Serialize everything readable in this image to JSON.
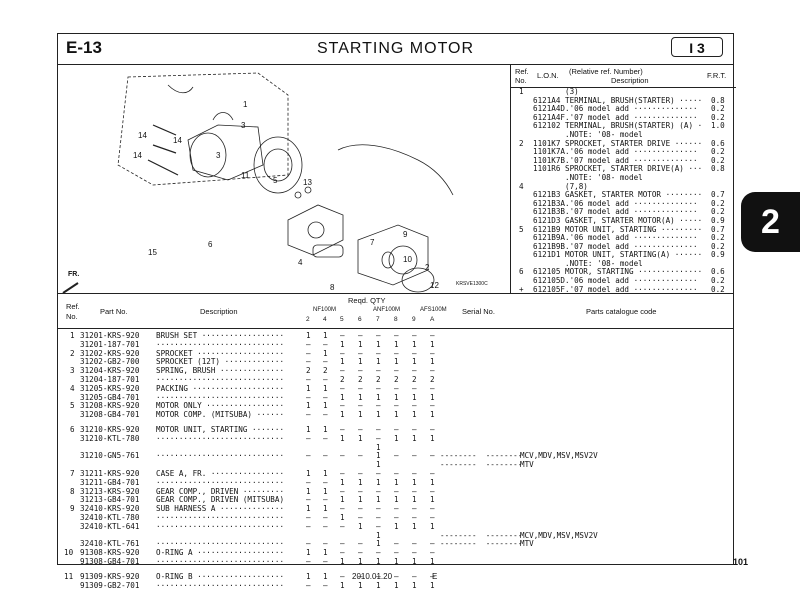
{
  "header": {
    "code": "E-13",
    "title": "STARTING  MOTOR",
    "section": "I 3"
  },
  "diagram": {
    "drawing_no": "KRSVE1300C",
    "fr_label": "FR.",
    "callouts": [
      "1",
      "2",
      "3",
      "3",
      "4",
      "5",
      "6",
      "7",
      "8",
      "9",
      "10",
      "11",
      "12",
      "13",
      "14",
      "14",
      "14",
      "15"
    ]
  },
  "ref_table": {
    "headers": {
      "ref": "Ref.",
      "no": "No.",
      "lon": "L.O.N.",
      "relative": "(Relative ref. Number)",
      "desc": "Description",
      "frt": "F.R.T."
    },
    "rows": [
      {
        "ref": "1",
        "lon": "",
        "desc": "(3)",
        "frt": ""
      },
      {
        "ref": "",
        "lon": "6121A4",
        "desc": "TERMINAL, BRUSH(STARTER) ·····",
        "frt": "0.8"
      },
      {
        "ref": "",
        "lon": "6121A4D",
        "desc": ".'06 model add ··············",
        "frt": "0.2"
      },
      {
        "ref": "",
        "lon": "6121A4F",
        "desc": ".'07 model add ··············",
        "frt": "0.2"
      },
      {
        "ref": "",
        "lon": "612102",
        "desc": "TERMINAL, BRUSH(STARTER) (A) ·",
        "frt": "1.0"
      },
      {
        "ref": "",
        "lon": "",
        "desc": ".NOTE: '08- model",
        "frt": ""
      },
      {
        "ref": "2",
        "lon": "1101K7",
        "desc": "SPROCKET, STARTER DRIVE ······",
        "frt": "0.6"
      },
      {
        "ref": "",
        "lon": "1101K7A",
        "desc": ".'06 model add ··············",
        "frt": "0.2"
      },
      {
        "ref": "",
        "lon": "1101K7B",
        "desc": ".'07 model add ··············",
        "frt": "0.2"
      },
      {
        "ref": "",
        "lon": "1101R6",
        "desc": "SPROCKET, STARTER DRIVE(A) ···",
        "frt": "0.8"
      },
      {
        "ref": "",
        "lon": "",
        "desc": ".NOTE: '08- model",
        "frt": ""
      },
      {
        "ref": "4",
        "lon": "",
        "desc": "(7,8)",
        "frt": ""
      },
      {
        "ref": "",
        "lon": "6121B3",
        "desc": "GASKET, STARTER MOTOR ········",
        "frt": "0.7"
      },
      {
        "ref": "",
        "lon": "6121B3A",
        "desc": ".'06 model add ··············",
        "frt": "0.2"
      },
      {
        "ref": "",
        "lon": "6121B3B",
        "desc": ".'07 model add ··············",
        "frt": "0.2"
      },
      {
        "ref": "",
        "lon": "6121D3",
        "desc": "GASKET, STARTER MOTOR(A) ·····",
        "frt": "0.9"
      },
      {
        "ref": "5",
        "lon": "6121B9",
        "desc": "MOTOR UNIT, STARTING ·········",
        "frt": "0.7"
      },
      {
        "ref": "",
        "lon": "6121B9A",
        "desc": ".'06 model add ··············",
        "frt": "0.2"
      },
      {
        "ref": "",
        "lon": "6121B9B",
        "desc": ".'07 model add ··············",
        "frt": "0.2"
      },
      {
        "ref": "",
        "lon": "6121D1",
        "desc": "MOTOR UNIT, STARTING(A) ······",
        "frt": "0.9"
      },
      {
        "ref": "",
        "lon": "",
        "desc": ".NOTE: '08- model",
        "frt": ""
      },
      {
        "ref": "6",
        "lon": "612105",
        "desc": "MOTOR, STARTING ··············",
        "frt": "0.6"
      },
      {
        "ref": "",
        "lon": "612105D",
        "desc": ".'06 model add ··············",
        "frt": "0.2"
      },
      {
        "ref": "+",
        "lon": "612105F",
        "desc": ".'07 model add ··············",
        "frt": "0.2"
      }
    ]
  },
  "parts_table": {
    "headers": {
      "ref": "Ref.",
      "no": "No.",
      "part_no": "Part No.",
      "desc": "Description",
      "reqd": "Reqd. QTY",
      "serial": "Serial No.",
      "catalogue": "Parts catalogue code",
      "groups": [
        "NF100M",
        "ANF100M",
        "AFS100M"
      ],
      "cols": [
        "2",
        "4",
        "5",
        "6",
        "7",
        "8",
        "9",
        "A"
      ]
    },
    "rows": [
      {
        "ref": "1",
        "pn": "31201-KRS-920",
        "desc": "BRUSH SET ··················",
        "q": [
          "1",
          "1",
          "–",
          "–",
          "–",
          "–",
          "–",
          "–"
        ],
        "serial": "",
        "code": ""
      },
      {
        "ref": "",
        "pn": "31201-187-701",
        "desc": "····························",
        "q": [
          "–",
          "–",
          "1",
          "1",
          "1",
          "1",
          "1",
          "1"
        ],
        "serial": "",
        "code": ""
      },
      {
        "ref": "2",
        "pn": "31202-KRS-920",
        "desc": "SPROCKET ···················",
        "q": [
          "–",
          "1",
          "–",
          "–",
          "–",
          "–",
          "–",
          "–"
        ],
        "serial": "",
        "code": ""
      },
      {
        "ref": "",
        "pn": "31202-GB2-700",
        "desc": "SPROCKET (12T) ·············",
        "q": [
          "–",
          "–",
          "1",
          "1",
          "1",
          "1",
          "1",
          "1"
        ],
        "serial": "",
        "code": ""
      },
      {
        "ref": "3",
        "pn": "31204-KRS-920",
        "desc": "SPRING, BRUSH ··············",
        "q": [
          "2",
          "2",
          "–",
          "–",
          "–",
          "–",
          "–",
          "–"
        ],
        "serial": "",
        "code": ""
      },
      {
        "ref": "",
        "pn": "31204-187-701",
        "desc": "····························",
        "q": [
          "–",
          "–",
          "2",
          "2",
          "2",
          "2",
          "2",
          "2"
        ],
        "serial": "",
        "code": ""
      },
      {
        "ref": "4",
        "pn": "31205-KRS-920",
        "desc": "PACKING ····················",
        "q": [
          "1",
          "1",
          "–",
          "–",
          "–",
          "–",
          "–",
          "–"
        ],
        "serial": "",
        "code": ""
      },
      {
        "ref": "",
        "pn": "31205-GB4-701",
        "desc": "····························",
        "q": [
          "–",
          "–",
          "1",
          "1",
          "1",
          "1",
          "1",
          "1"
        ],
        "serial": "",
        "code": ""
      },
      {
        "ref": "5",
        "pn": "31208-KRS-920",
        "desc": "MOTOR ONLY ·················",
        "q": [
          "1",
          "1",
          "–",
          "–",
          "–",
          "–",
          "–",
          "–"
        ],
        "serial": "",
        "code": ""
      },
      {
        "ref": "",
        "pn": "31208-GB4-701",
        "desc": "MOTOR COMP. (MITSUBA) ······",
        "q": [
          "–",
          "–",
          "1",
          "1",
          "1",
          "1",
          "1",
          "1"
        ],
        "serial": "",
        "code": ""
      },
      {
        "gap": true
      },
      {
        "ref": "6",
        "pn": "31210-KRS-920",
        "desc": "MOTOR UNIT, STARTING ·······",
        "q": [
          "1",
          "1",
          "–",
          "–",
          "–",
          "–",
          "–",
          "–"
        ],
        "serial": "",
        "code": ""
      },
      {
        "ref": "",
        "pn": "31210-KTL-780",
        "desc": "····························",
        "q": [
          "–",
          "–",
          "1",
          "1",
          "–",
          "1",
          "1",
          "1"
        ],
        "serial": "",
        "code": ""
      },
      {
        "ref": "",
        "pn": "",
        "desc": "",
        "q": [
          "",
          "",
          "",
          "",
          "1",
          "",
          "",
          ""
        ],
        "serial": "",
        "code": ""
      },
      {
        "ref": "",
        "pn": "31210-GN5-761",
        "desc": "····························",
        "q": [
          "–",
          "–",
          "–",
          "–",
          "1",
          "–",
          "–",
          "–"
        ],
        "serial": "--------  --------",
        "code": "MCV,MDV,MSV,MSV2V"
      },
      {
        "ref": "",
        "pn": "",
        "desc": "",
        "q": [
          "",
          "",
          "",
          "",
          "1",
          "",
          "",
          ""
        ],
        "serial": "--------  --------",
        "code": "MTV"
      },
      {
        "ref": "7",
        "pn": "31211-KRS-920",
        "desc": "CASE A, FR. ················",
        "q": [
          "1",
          "1",
          "–",
          "–",
          "–",
          "–",
          "–",
          "–"
        ],
        "serial": "",
        "code": ""
      },
      {
        "ref": "",
        "pn": "31211-GB4-701",
        "desc": "····························",
        "q": [
          "–",
          "–",
          "1",
          "1",
          "1",
          "1",
          "1",
          "1"
        ],
        "serial": "",
        "code": ""
      },
      {
        "ref": "8",
        "pn": "31213-KRS-920",
        "desc": "GEAR COMP., DRIVEN ·········",
        "q": [
          "1",
          "1",
          "–",
          "–",
          "–",
          "–",
          "–",
          "–"
        ],
        "serial": "",
        "code": ""
      },
      {
        "ref": "",
        "pn": "31213-GB4-701",
        "desc": "GEAR COMP., DRIVEN (MITSUBA)",
        "q": [
          "–",
          "–",
          "1",
          "1",
          "1",
          "1",
          "1",
          "1"
        ],
        "serial": "",
        "code": ""
      },
      {
        "ref": "9",
        "pn": "32410-KRS-920",
        "desc": "SUB HARNESS A ··············",
        "q": [
          "1",
          "1",
          "–",
          "–",
          "–",
          "–",
          "–",
          "–"
        ],
        "serial": "",
        "code": ""
      },
      {
        "ref": "",
        "pn": "32410-KTL-780",
        "desc": "····························",
        "q": [
          "–",
          "–",
          "1",
          "–",
          "–",
          "–",
          "–",
          "–"
        ],
        "serial": "",
        "code": ""
      },
      {
        "ref": "",
        "pn": "32410-KTL-641",
        "desc": "····························",
        "q": [
          "–",
          "–",
          "–",
          "1",
          "–",
          "1",
          "1",
          "1"
        ],
        "serial": "",
        "code": ""
      },
      {
        "ref": "",
        "pn": "",
        "desc": "",
        "q": [
          "",
          "",
          "",
          "",
          "1",
          "",
          "",
          ""
        ],
        "serial": "--------  --------",
        "code": "MCV,MDV,MSV,MSV2V"
      },
      {
        "ref": "",
        "pn": "32410-KTL-761",
        "desc": "····························",
        "q": [
          "–",
          "–",
          "–",
          "–",
          "1",
          "–",
          "–",
          "–"
        ],
        "serial": "--------  --------",
        "code": "MTV"
      },
      {
        "ref": "10",
        "pn": "91308-KRS-920",
        "desc": "O-RING A ···················",
        "q": [
          "1",
          "1",
          "–",
          "–",
          "–",
          "–",
          "–",
          "–"
        ],
        "serial": "",
        "code": ""
      },
      {
        "ref": "",
        "pn": "91308-GB4-701",
        "desc": "····························",
        "q": [
          "–",
          "–",
          "1",
          "1",
          "1",
          "1",
          "1",
          "1"
        ],
        "serial": "",
        "code": ""
      },
      {
        "gap": true
      },
      {
        "ref": "11",
        "pn": "91309-KRS-920",
        "desc": "O-RING B ···················",
        "q": [
          "1",
          "1",
          "–",
          "–",
          "–",
          "–",
          "–",
          "–"
        ],
        "serial": "",
        "code": ""
      },
      {
        "ref": "",
        "pn": "91309-GB2-701",
        "desc": "····························",
        "q": [
          "–",
          "–",
          "1",
          "1",
          "1",
          "1",
          "1",
          "1"
        ],
        "serial": "",
        "code": ""
      }
    ]
  },
  "footer": {
    "page": "101",
    "date": "2010.01.20",
    "edition": "E"
  },
  "side_tab": "2"
}
